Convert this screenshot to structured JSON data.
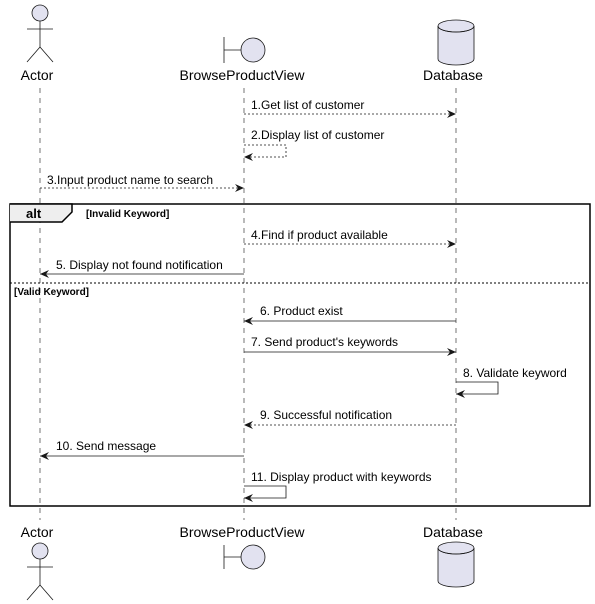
{
  "participants": [
    {
      "id": "actor",
      "label": "Actor",
      "kind": "actor"
    },
    {
      "id": "view",
      "label": "BrowseProductView",
      "kind": "boundary"
    },
    {
      "id": "db",
      "label": "Database",
      "kind": "database"
    }
  ],
  "messages": [
    {
      "label": "1.Get list of customer",
      "dashed": true
    },
    {
      "label": "2.Display list of customer",
      "dashed": true
    },
    {
      "label": "3.Input product name to search",
      "dashed": true
    },
    {
      "label": "4.Find if product available",
      "dashed": true
    },
    {
      "label": "5. Display not found notification",
      "dashed": false
    },
    {
      "label": "6. Product exist",
      "dashed": false
    },
    {
      "label": "7. Send product's keywords",
      "dashed": false
    },
    {
      "label": "8. Validate keyword",
      "dashed": false
    },
    {
      "label": "9. Successful notification",
      "dashed": true
    },
    {
      "label": "10. Send message",
      "dashed": false
    },
    {
      "label": "11. Display product with keywords",
      "dashed": false
    }
  ],
  "alt_frame": {
    "operator": "alt",
    "guard1": "[Invalid Keyword]",
    "guard2": "[Valid Keyword]"
  },
  "colors": {
    "participant_fill": "#e2e2f0",
    "participant_stroke": "#181818",
    "lifeline": "#181818",
    "frame_stroke": "#000000"
  }
}
